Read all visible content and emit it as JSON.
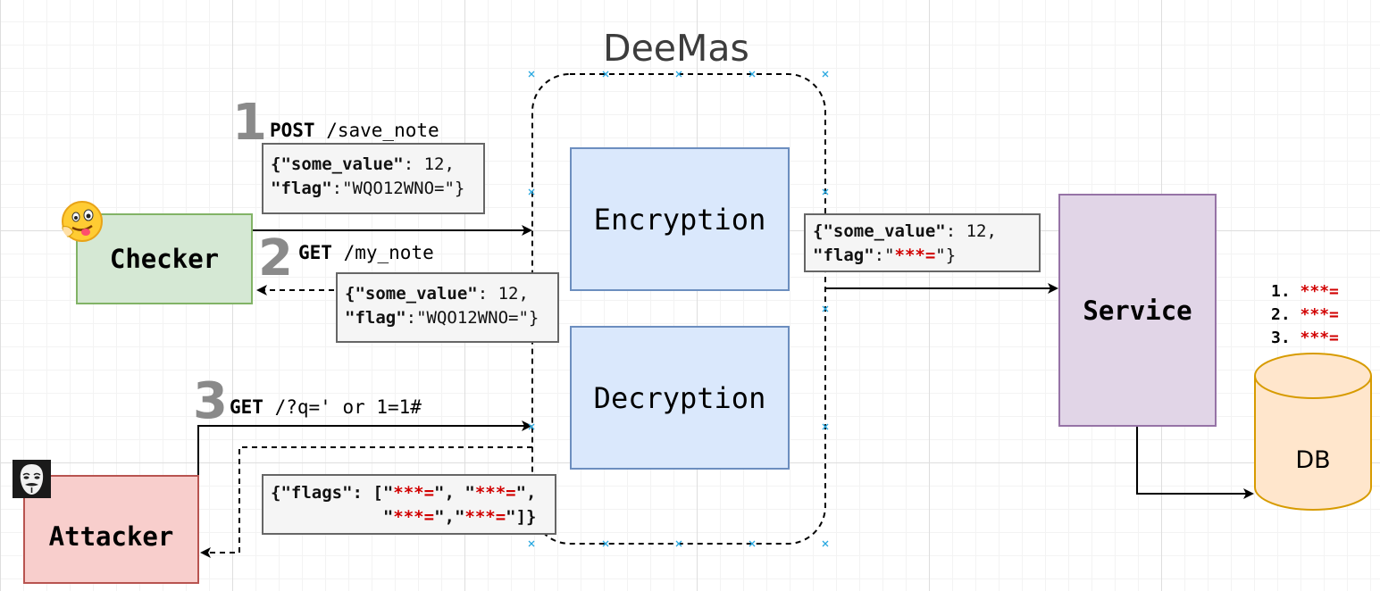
{
  "title": "DeeMas",
  "nodes": {
    "checker": "Checker",
    "attacker": "Attacker",
    "service": "Service",
    "encryption": "Encryption",
    "decryption": "Decryption",
    "db": "DB"
  },
  "steps": {
    "s1": {
      "number": "1",
      "method": "POST",
      "path": " /save_note",
      "payload_line1_key": "{\"some_value\"",
      "payload_line1_rest": ": 12,",
      "payload_line2_key": "\"flag\"",
      "payload_line2_rest": ":\"WQO12WNO=\"}"
    },
    "s2": {
      "number": "2",
      "method": "GET",
      "path": " /my_note",
      "payload_line1_key": "{\"some_value\"",
      "payload_line1_rest": ": 12,",
      "payload_line2_key": "\"flag\"",
      "payload_line2_rest": ":\"WQO12WNO=\"}"
    },
    "s3": {
      "number": "3",
      "method": "GET",
      "path": " /?q=' or 1=1#",
      "payload_line1_key": "{\"flags\"",
      "payload_line1_a": ": [\"",
      "payload_line1_b": "***=",
      "payload_line1_c": "\", \"",
      "payload_line1_d": "***=",
      "payload_line1_e": "\",",
      "payload_line2_a": "\"",
      "payload_line2_b": "***=",
      "payload_line2_c": "\",\"",
      "payload_line2_d": "***=",
      "payload_line2_e": "\"]}"
    }
  },
  "encrypted_payload": {
    "line1_key": "{\"some_value\"",
    "line1_rest": ": 12,",
    "line2_key": "\"flag\"",
    "line2_a": ":\"",
    "line2_b": "***=",
    "line2_c": "\"}"
  },
  "db_records": [
    {
      "index": "1.",
      "value": "***="
    },
    {
      "index": "2.",
      "value": "***="
    },
    {
      "index": "3.",
      "value": "***="
    }
  ],
  "colors": {
    "checker_fill": "#d5e8d4",
    "attacker_fill": "#f8cecc",
    "service_fill": "#e1d5e7",
    "crypto_fill": "#dae8fc",
    "db_fill": "#ffe6cc",
    "redacted": "#d10000"
  },
  "icons": {
    "checker": "thinking-face-emoji-icon",
    "attacker": "anonymous-mask-icon"
  }
}
